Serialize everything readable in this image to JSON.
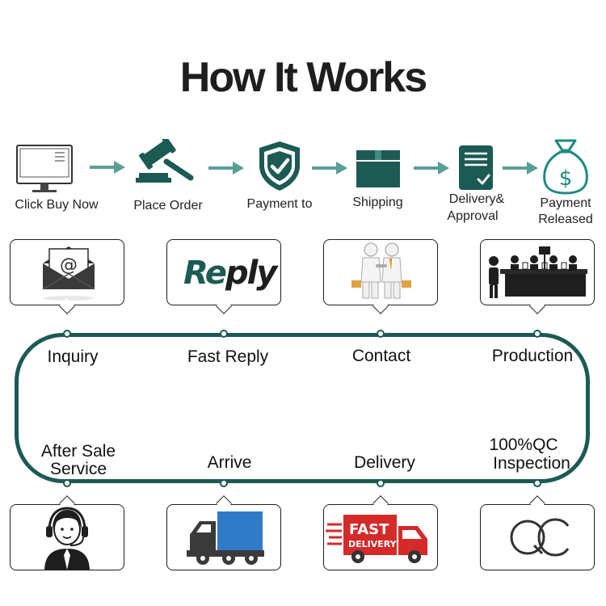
{
  "title": "How It Works",
  "steps": [
    {
      "label": "Click Buy Now",
      "icon": "computer-icon"
    },
    {
      "label": "Place Order",
      "icon": "gavel-icon"
    },
    {
      "label": "Payment to",
      "icon": "shield-check-icon"
    },
    {
      "label": "Shipping",
      "icon": "box-icon"
    },
    {
      "label_line1": "Delivery&",
      "label_line2": "Approval",
      "icon": "document-check-icon"
    },
    {
      "label_line1": "Payment",
      "label_line2": "Released",
      "icon": "money-bag-icon"
    }
  ],
  "reply_logo": "Reply",
  "fast_delivery_line1": "FAST",
  "fast_delivery_line2": "DELIVERY",
  "qc_logo": "QC",
  "flow": {
    "top": [
      "Inquiry",
      "Fast Reply",
      "Contact",
      "Production"
    ],
    "bottom": [
      {
        "line1": "After Sale",
        "line2": "Service"
      },
      {
        "line1": "Arrive"
      },
      {
        "line1": "Delivery"
      },
      {
        "line1": "100%QC",
        "line2": "Inspection"
      }
    ]
  },
  "colors": {
    "teal": "#1c5a54",
    "arrow": "#5a9e98",
    "red": "#d42a2a",
    "blue": "#2f7bc8"
  }
}
